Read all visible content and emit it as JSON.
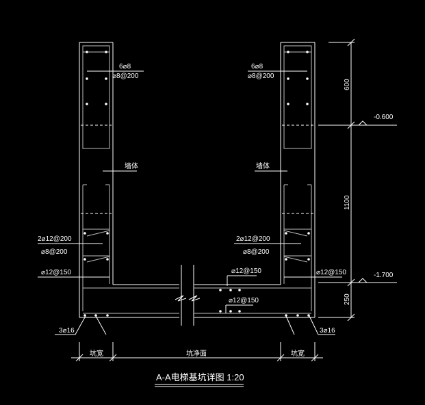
{
  "drawing": {
    "title": "A-A电梯基坑详图 1:20",
    "labels": {
      "top_bar_left": "6⌀8",
      "top_stirrup_left": "⌀8@200",
      "top_bar_right": "6⌀8",
      "top_stirrup_right": "⌀8@200",
      "wall_left": "墙体",
      "wall_right": "墙体",
      "mid_bar_left": "2⌀12@200",
      "mid_stirrup_left": "⌀8@200",
      "mid_bar_right": "2⌀12@200",
      "mid_stirrup_right": "⌀8@200",
      "slab_edge_left": "⌀12@150",
      "slab_edge_right": "⌀12@150",
      "slab_top_bar": "⌀12@150",
      "slab_bot_bar": "⌀12@150",
      "corner_left": "3⌀16",
      "corner_right": "3⌀16",
      "dim_bottom_left": "坑宽",
      "dim_bottom_mid": "坑净面",
      "dim_bottom_right": "坑宽",
      "dim_600": "600",
      "dim_1100": "1100",
      "dim_250": "250",
      "elev_upper": "-0.600",
      "elev_lower": "-1.700"
    }
  }
}
